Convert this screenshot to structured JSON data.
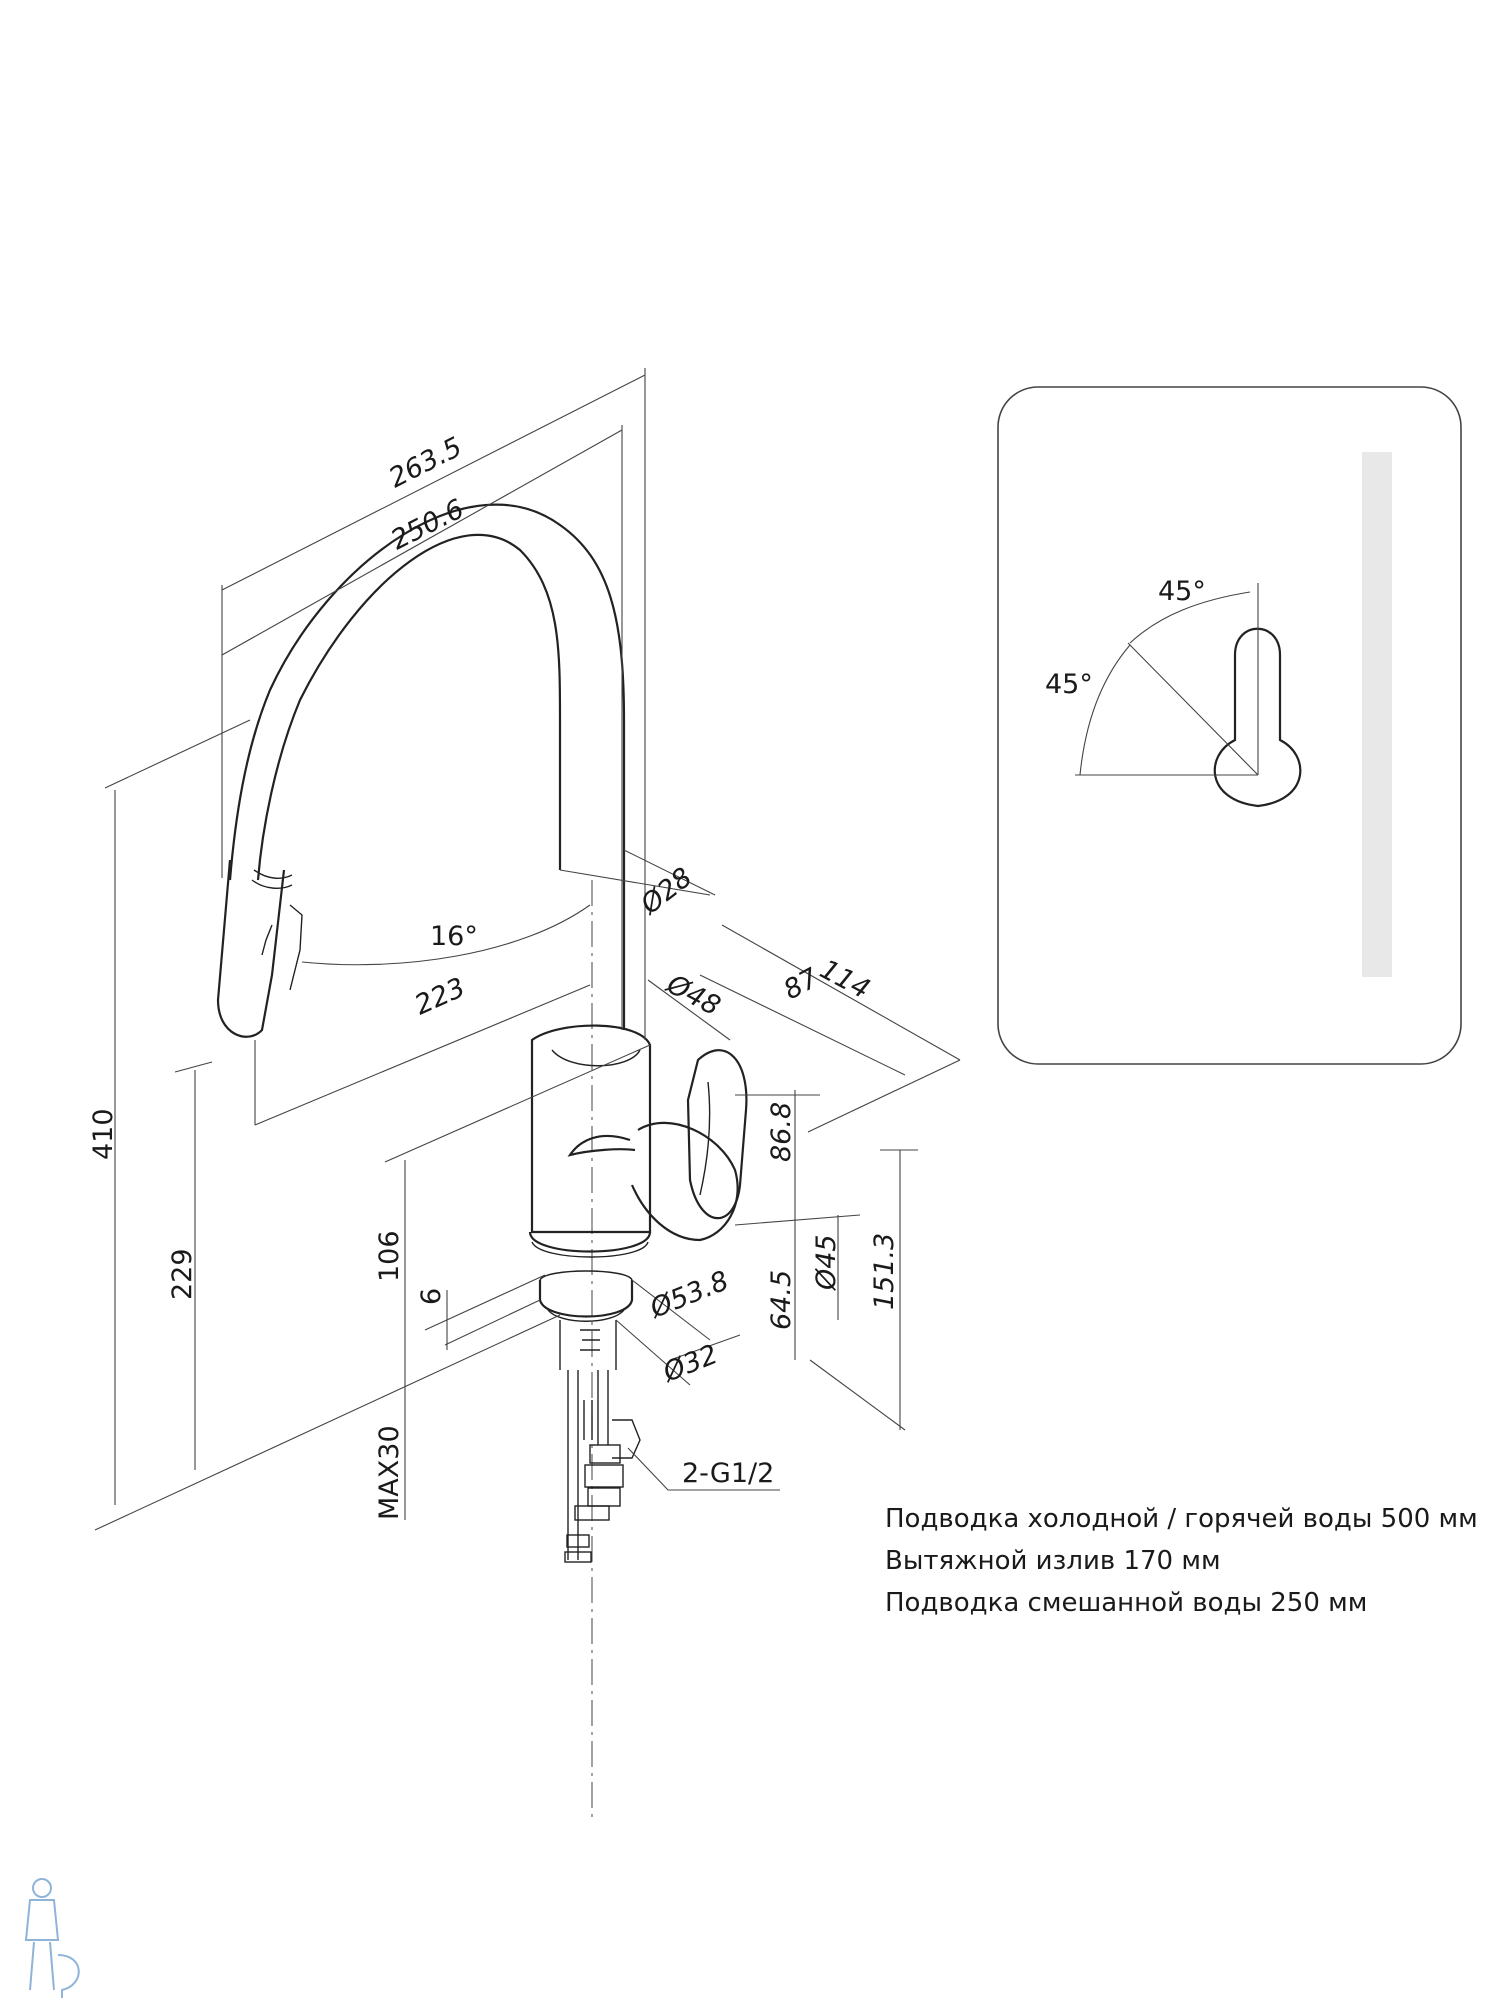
{
  "dimensions": {
    "total_reach": "263.5",
    "spout_reach": "250.6",
    "total_height": "410",
    "spout_height": "229",
    "handle_angle": "16°",
    "spout_projection": "223",
    "spout_diameter": "Ø28",
    "body_diameter": "Ø48",
    "handle_reach": "114",
    "body_to_handle": "87",
    "handle_height": "86.8",
    "lever_diameter": "Ø45",
    "lever_height": "64.5",
    "body_height": "151.3",
    "base_height": "106",
    "base_flange": "6",
    "flange_diameter": "Ø53.8",
    "shank_diameter": "Ø32",
    "max_countertop": "MAX30",
    "connection": "2-G1/2"
  },
  "rotation_view": {
    "angle_top": "45°",
    "angle_left": "45°"
  },
  "notes": [
    "Подводка холодной / горячей воды 500 мм",
    "Вытяжной излив 170 мм",
    "Подводка смешанной воды 250 мм"
  ],
  "colors": {
    "line": "#222222",
    "panel_border": "#444444",
    "slot_fill": "#e8e8e8",
    "watermark": "#8fb4d8"
  }
}
